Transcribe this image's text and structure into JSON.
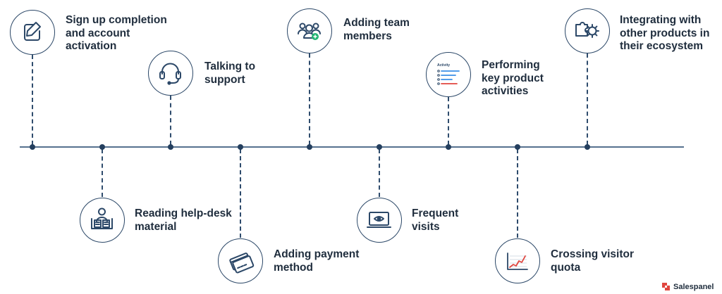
{
  "milestones": [
    {
      "label": "Sign up completion\nand account\nactivation",
      "icon": "pencil-edit-icon",
      "side": "top"
    },
    {
      "label": "Reading help-desk\nmaterial",
      "icon": "reading-book-icon",
      "side": "bottom"
    },
    {
      "label": "Talking to\nsupport",
      "icon": "headset-icon",
      "side": "top"
    },
    {
      "label": "Adding payment\nmethod",
      "icon": "payment-cards-icon",
      "side": "bottom"
    },
    {
      "label": "Adding team\nmembers",
      "icon": "team-members-icon",
      "side": "top"
    },
    {
      "label": "Frequent\nvisits",
      "icon": "laptop-eye-icon",
      "side": "bottom"
    },
    {
      "label": "Performing\nkey product\nactivities",
      "icon": "activity-list-icon",
      "side": "top",
      "icon_text": "Activity"
    },
    {
      "label": "Crossing visitor\nquota",
      "icon": "growth-chart-icon",
      "side": "bottom"
    },
    {
      "label": "Integrating with\nother products in\ntheir ecosystem",
      "icon": "puzzle-pieces-icon",
      "side": "top"
    }
  ],
  "brand": {
    "name": "Salespanel",
    "icon": "salespanel-logo-icon"
  },
  "colors": {
    "line": "#56718f",
    "dot": "#243f5e",
    "icon_stroke": "#2c4868",
    "accent_green": "#22b573",
    "accent_red": "#e0463f",
    "accent_blue": "#3a8ee6"
  }
}
